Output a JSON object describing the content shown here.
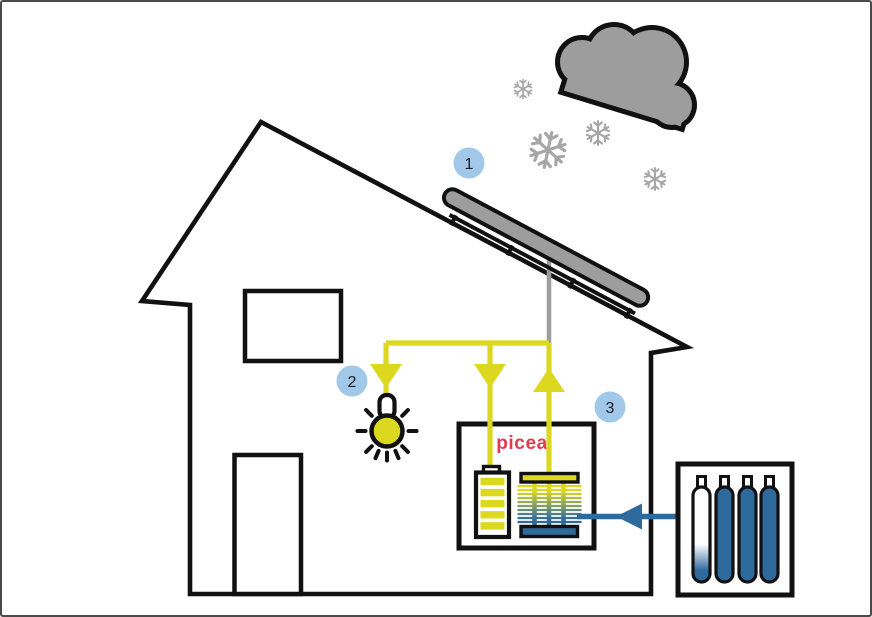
{
  "diagram": {
    "type": "illustration",
    "scene": "House in snowfall: rooftop solar panel wired to an indoor picea unit (battery and electrolyzer/fuel-cell stack) and a light bulb; hydrogen cylinder cabinet outside feeds the unit through a pipe.",
    "logo": "picea",
    "callouts": [
      {
        "number": "1",
        "points_to": "solar-panel-icon"
      },
      {
        "number": "2",
        "points_to": "light-bulb-icon"
      },
      {
        "number": "3",
        "points_to": "picea-unit"
      }
    ],
    "icons": [
      "snow-cloud-icon",
      "snowflake-icon",
      "solar-panel-icon",
      "light-bulb-icon",
      "battery-icon",
      "electrolyzer-stack-icon",
      "hydrogen-cylinder-icon",
      "down-arrow-icon",
      "up-arrow-icon",
      "left-arrow-icon"
    ],
    "colors": {
      "electricity_yellow": "#dcd820",
      "hydrogen_blue": "#2f6a9d",
      "callout_badge_blue": "#a2c8e9",
      "cloud_gray": "#9d9d9d",
      "panel_gray": "#9d9d9d",
      "snowflake_gray": "#a6a6a6",
      "logo_red": "#e23a50",
      "outline_black": "#111111",
      "background_white": "#ffffff",
      "frame_border_gray": "#4a4a4a"
    }
  }
}
